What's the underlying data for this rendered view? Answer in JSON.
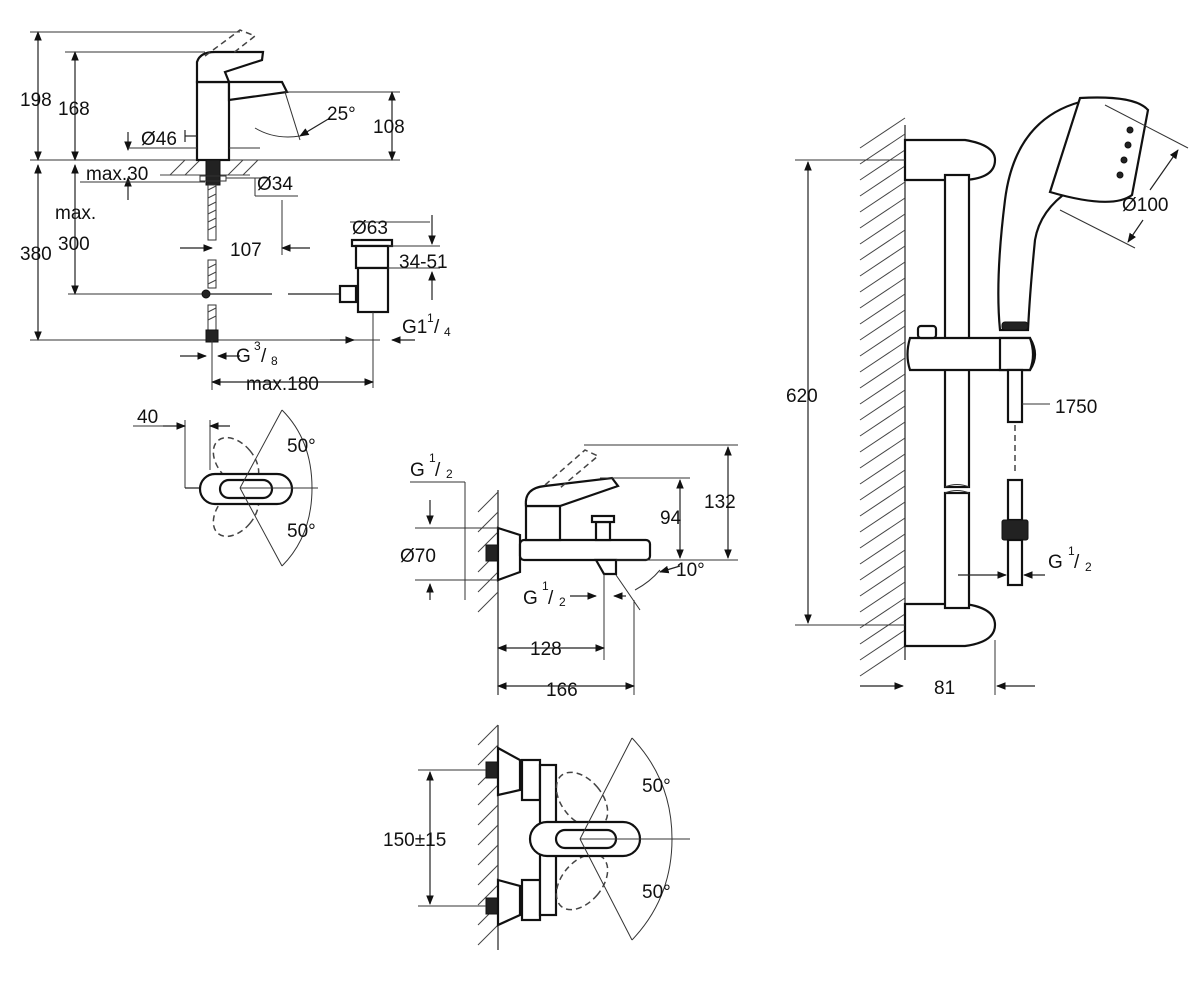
{
  "basin_mixer": {
    "total_height": "198",
    "spout_height": "168",
    "spout_angle": "25°",
    "spout_reach_height": "108",
    "base_diameter": "Ø46",
    "deck_thickness_label": "max.30",
    "hole_diameter": "Ø34",
    "max_label": "max.",
    "below_deck_total": "380",
    "below_deck_connection": "300",
    "pipe_length": "107",
    "waste_diameter": "Ø63",
    "waste_range": "34-51",
    "waste_thread_main": "G1",
    "waste_thread_num": "1",
    "waste_thread_den": "4",
    "supply_thread_main": "G",
    "supply_thread_num": "3",
    "supply_thread_den": "8",
    "max_reach": "max.180"
  },
  "basin_top": {
    "offset": "40",
    "angle_up": "50°",
    "angle_down": "50°"
  },
  "bath_mixer": {
    "inlet_main": "G",
    "inlet_num": "1",
    "inlet_den": "2",
    "escutcheon_diameter": "Ø70",
    "outlet_main": "G",
    "outlet_num": "1",
    "outlet_den": "2",
    "lever_height": "94",
    "total_height": "132",
    "spout_angle": "10°",
    "spout_projection": "128",
    "total_projection": "166"
  },
  "bath_top": {
    "centres": "150±15",
    "angle_up": "50°",
    "angle_down": "50°"
  },
  "shower_rail": {
    "rail_length": "620",
    "head_diameter": "Ø100",
    "hose_length": "1750",
    "hose_main": "G",
    "hose_num": "1",
    "hose_den": "2",
    "wall_offset": "81"
  }
}
